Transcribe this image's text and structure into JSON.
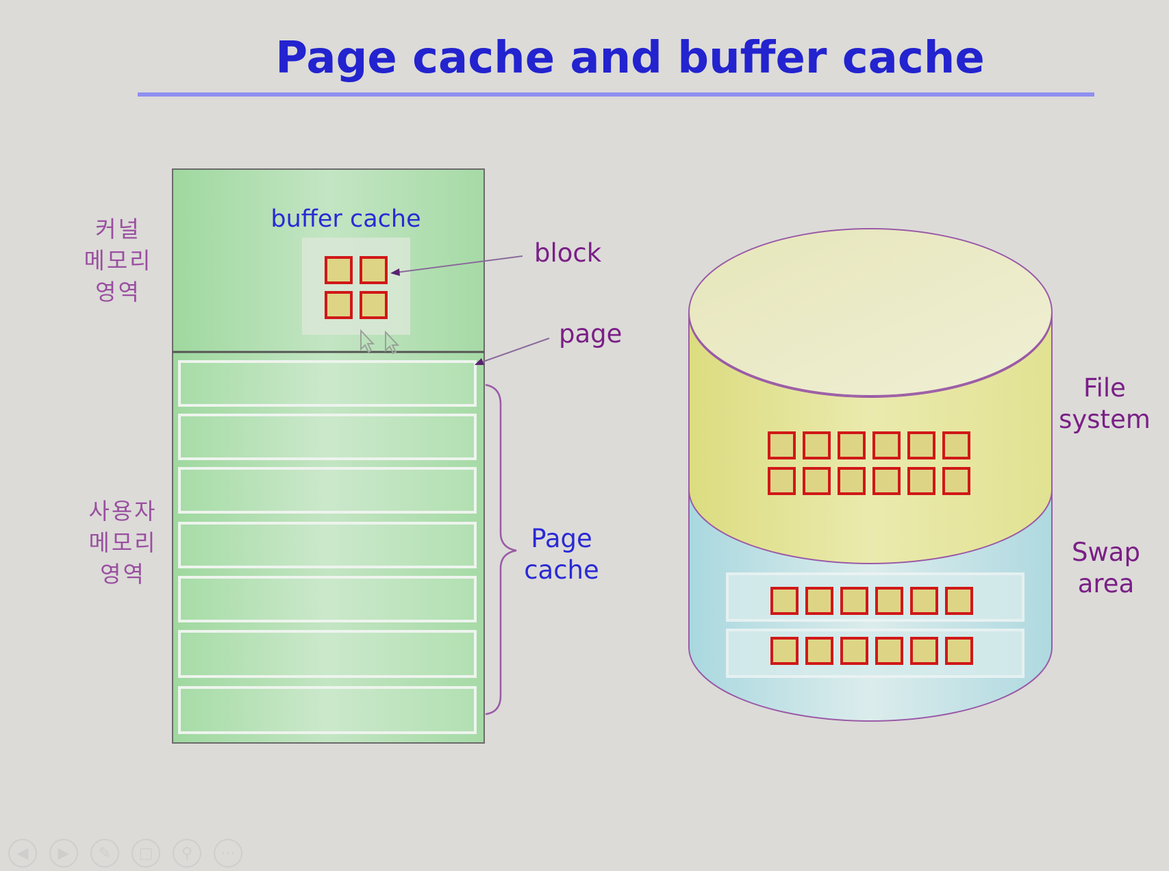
{
  "title": "Page cache and buffer cache",
  "labels": {
    "kernel_memory": [
      "커널",
      "메모리",
      "영역"
    ],
    "user_memory": [
      "사용자",
      "메모리",
      "영역"
    ],
    "buffer_cache": "buffer cache",
    "block": "block",
    "page": "page",
    "page_cache": [
      "Page",
      "cache"
    ],
    "file_system": [
      "File",
      "system"
    ],
    "swap_area": [
      "Swap",
      "area"
    ]
  },
  "toolbar": {
    "icons": [
      "prev-icon",
      "next-icon",
      "pen-icon",
      "slides-icon",
      "zoom-icon",
      "more-icon"
    ]
  },
  "colors": {
    "title": "#2323cf",
    "memory_fill": "#a8dba8",
    "block_fill": "#ddd585",
    "block_border": "#d01818",
    "disk_top": "#e8e6b4",
    "file_system": "#e3e48f",
    "swap_area": "#b7dfe4"
  }
}
